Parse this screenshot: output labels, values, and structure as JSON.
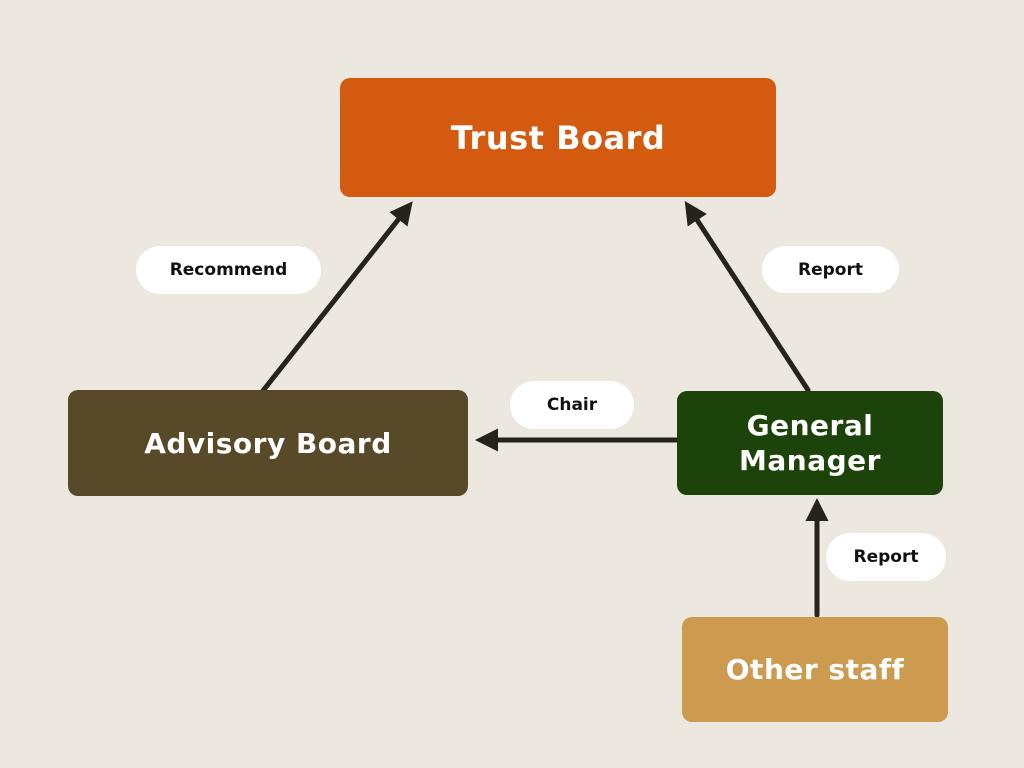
{
  "canvas": {
    "background": "#ece8e0",
    "arrow_color": "#26221c",
    "label_pill_background": "#ffffff",
    "label_text_color": "#111111"
  },
  "nodes": {
    "trust_board": {
      "label": "Trust Board",
      "color": "#d45a10",
      "text_color": "#ffffff"
    },
    "advisory_board": {
      "label": "Advisory Board",
      "color": "#584a29",
      "text_color": "#ffffff"
    },
    "general_manager": {
      "label": "General Manager",
      "color": "#1c4309",
      "text_color": "#ffffff"
    },
    "other_staff": {
      "label": "Other staff",
      "color": "#cd9b4f",
      "text_color": "#ffffff"
    }
  },
  "edges": {
    "recommend": {
      "label": "Recommend",
      "from": "Advisory Board",
      "to": "Trust Board"
    },
    "report_general_manager": {
      "label": "Report",
      "from": "General Manager",
      "to": "Trust Board"
    },
    "chair": {
      "label": "Chair",
      "from": "General Manager",
      "to": "Advisory Board"
    },
    "report_other_staff": {
      "label": "Report",
      "from": "Other staff",
      "to": "General Manager"
    }
  }
}
